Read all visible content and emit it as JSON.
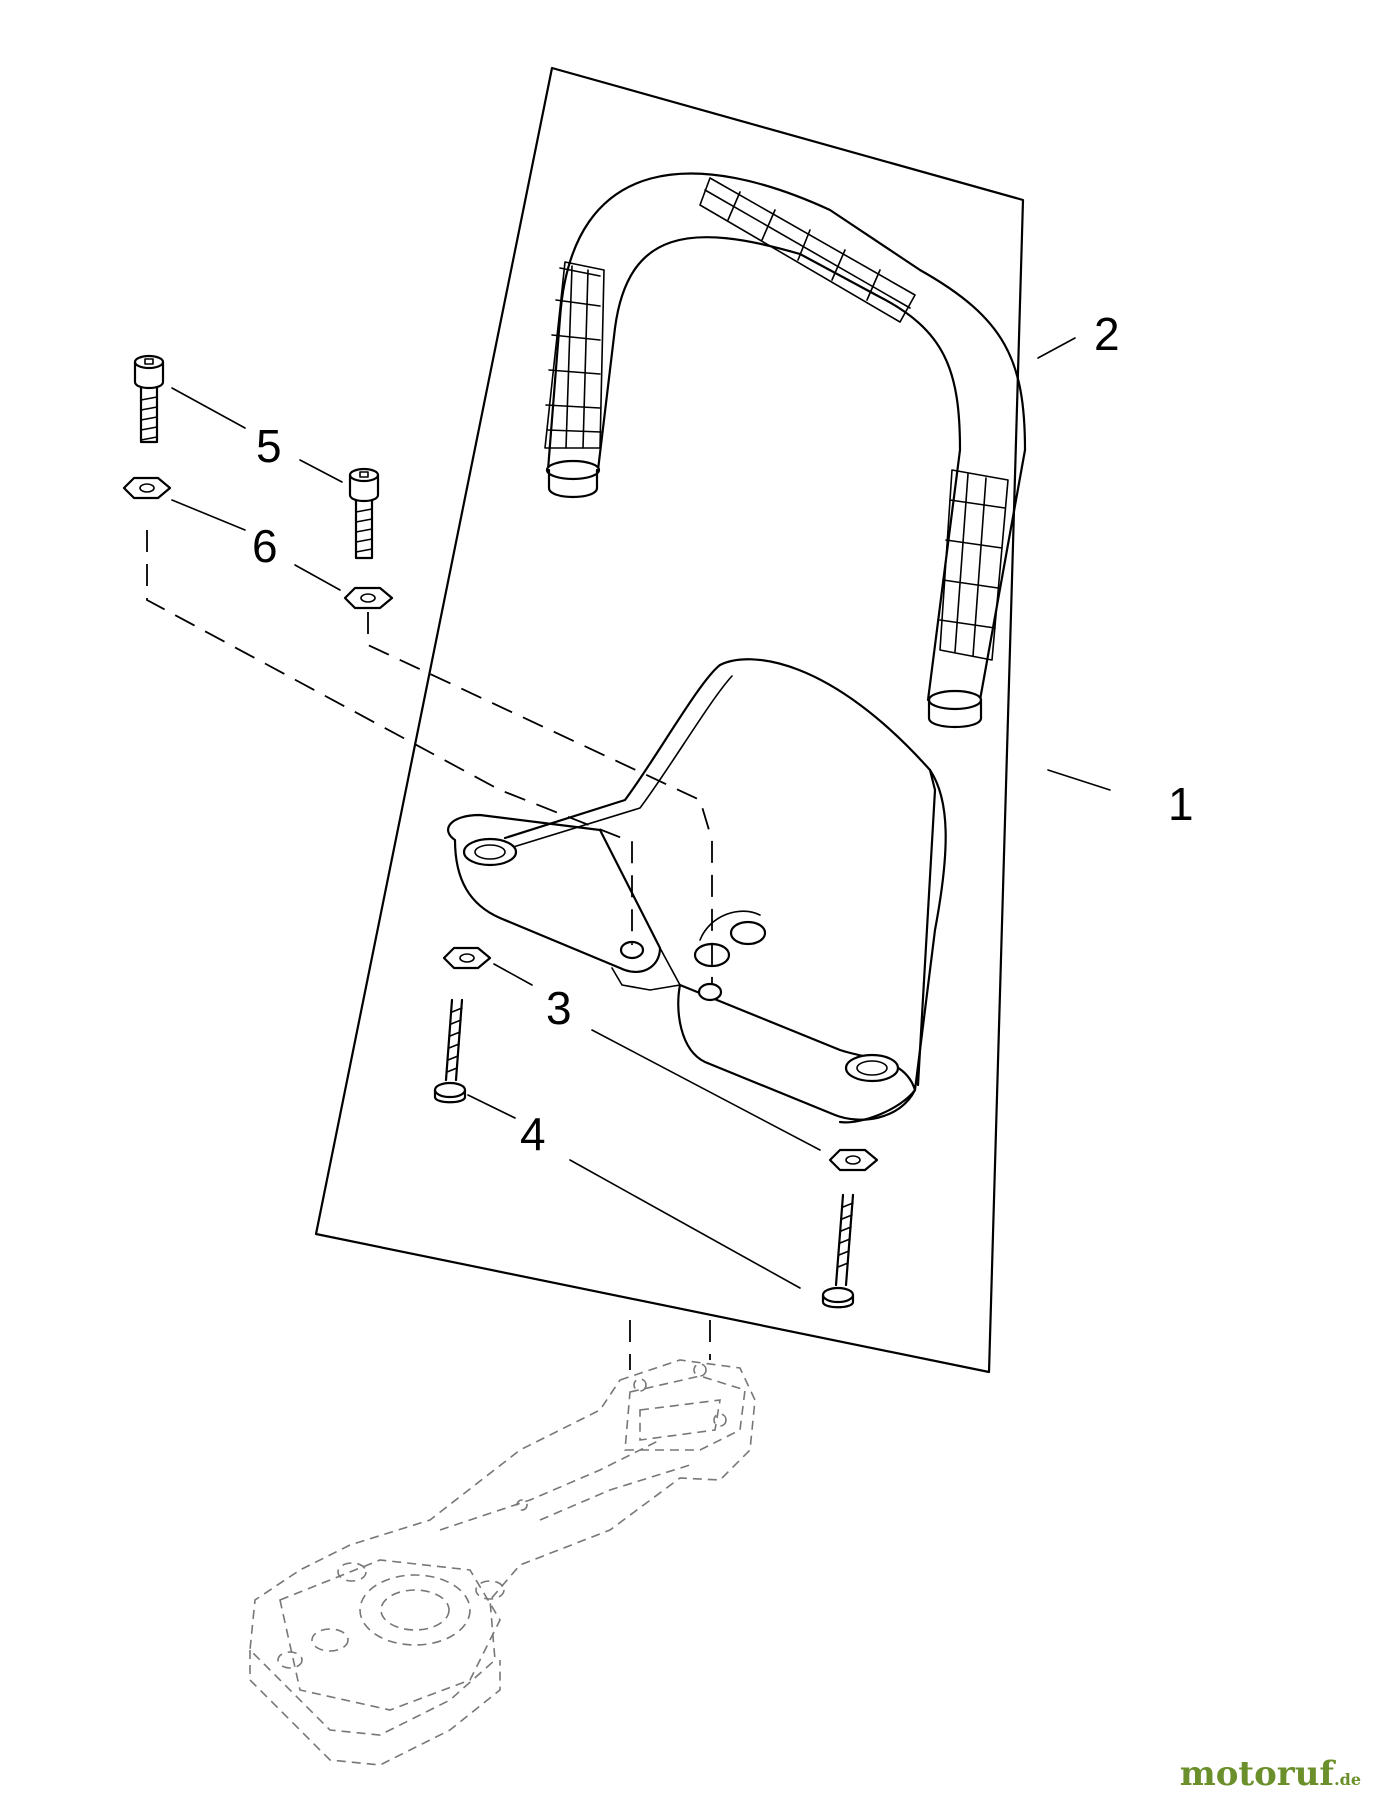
{
  "callouts": [
    {
      "id": "1",
      "label": "1"
    },
    {
      "id": "2",
      "label": "2"
    },
    {
      "id": "3",
      "label": "3"
    },
    {
      "id": "4",
      "label": "4"
    },
    {
      "id": "5",
      "label": "5"
    },
    {
      "id": "6",
      "label": "6"
    }
  ],
  "watermark": {
    "brand": "motoruf",
    "tld": ".de"
  }
}
